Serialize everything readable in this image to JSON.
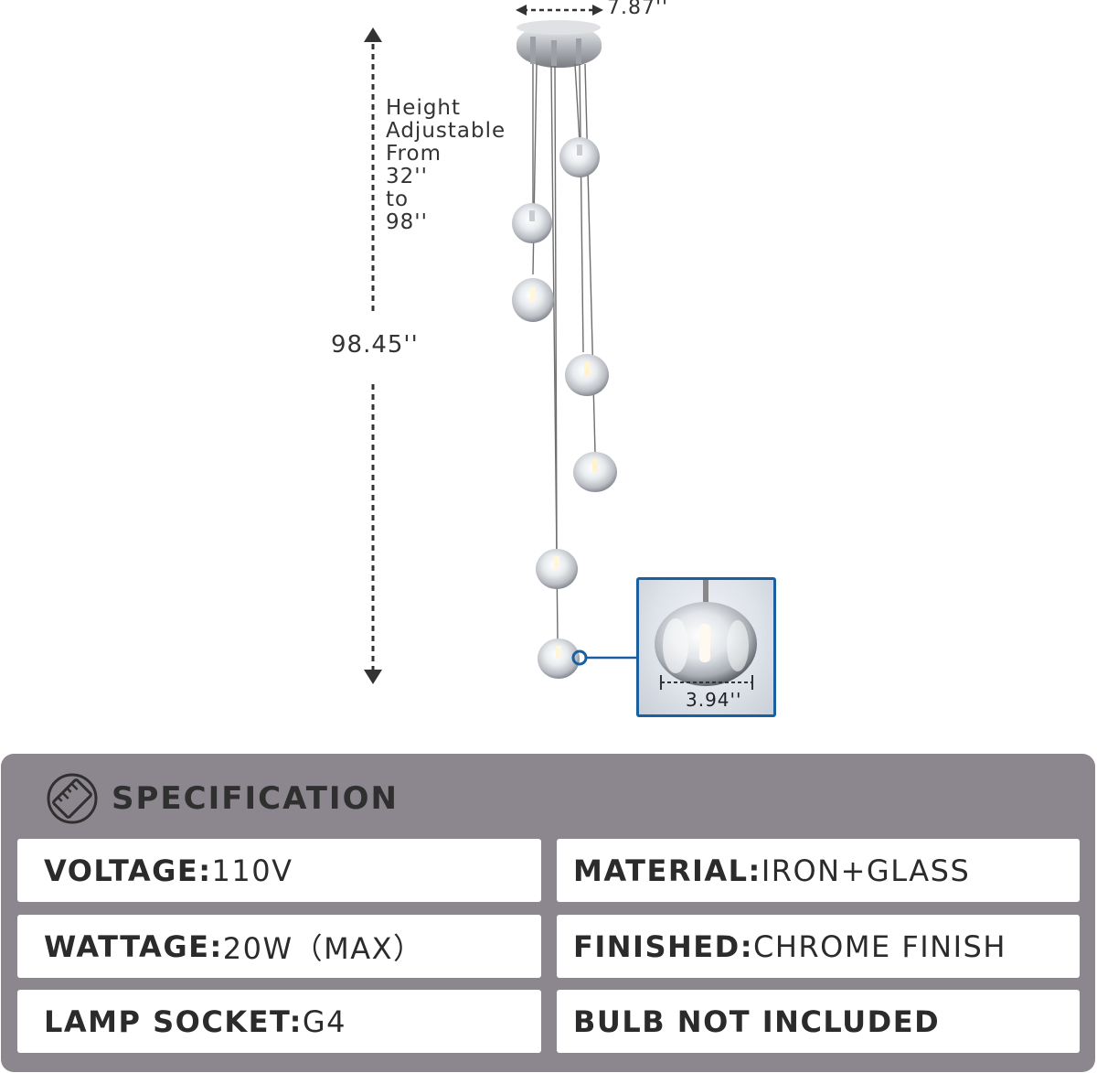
{
  "dimensions": {
    "canopy_width": "7.87''",
    "total_height": "98.45''",
    "height_adjustable": "Height\nAdjustable\nFrom\n32''\nto\n98''",
    "ball_diameter": "3.94''"
  },
  "specification": {
    "icon": "ruler-icon",
    "title": "SPECIFICATION",
    "rows": [
      {
        "left": {
          "key": "VOLTAGE:",
          "value": "110V"
        },
        "right": {
          "key": "MATERIAL:",
          "value": "IRON+GLASS"
        }
      },
      {
        "left": {
          "key": "WATTAGE:",
          "value": "20W（MAX）"
        },
        "right": {
          "key": "FINISHED:",
          "value": "CHROME FINISH"
        }
      },
      {
        "left": {
          "key": "LAMP SOCKET:",
          "value": "G4"
        },
        "right": {
          "key": "BULB NOT INCLUDED",
          "value": ""
        }
      }
    ]
  },
  "colors": {
    "panel": "#8c878e",
    "accent": "#1a5fa0",
    "text": "#2b2b2b"
  }
}
